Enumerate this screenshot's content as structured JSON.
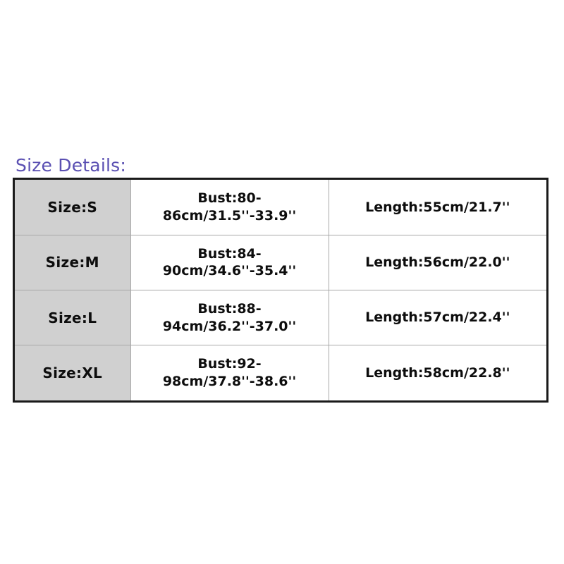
{
  "page": {
    "background_color": "#ffffff"
  },
  "title": {
    "text": "Size Details:",
    "color": "#5a4fb2"
  },
  "table": {
    "border_color": "#1a1a1a",
    "grid_color": "#a8a8a8",
    "size_column_background": "#d0d0d0",
    "cell_background": "#ffffff",
    "text_color": "#0d0d0d",
    "rows": [
      {
        "size": "Size:S",
        "bust": "Bust:80-\n86cm/31.5''-33.9''",
        "length": "Length:55cm/21.7''"
      },
      {
        "size": "Size:M",
        "bust": "Bust:84-\n90cm/34.6''-35.4''",
        "length": "Length:56cm/22.0''"
      },
      {
        "size": "Size:L",
        "bust": "Bust:88-\n94cm/36.2''-37.0''",
        "length": "Length:57cm/22.4''"
      },
      {
        "size": "Size:XL",
        "bust": "Bust:92-\n98cm/37.8''-38.6''",
        "length": "Length:58cm/22.8''"
      }
    ]
  }
}
